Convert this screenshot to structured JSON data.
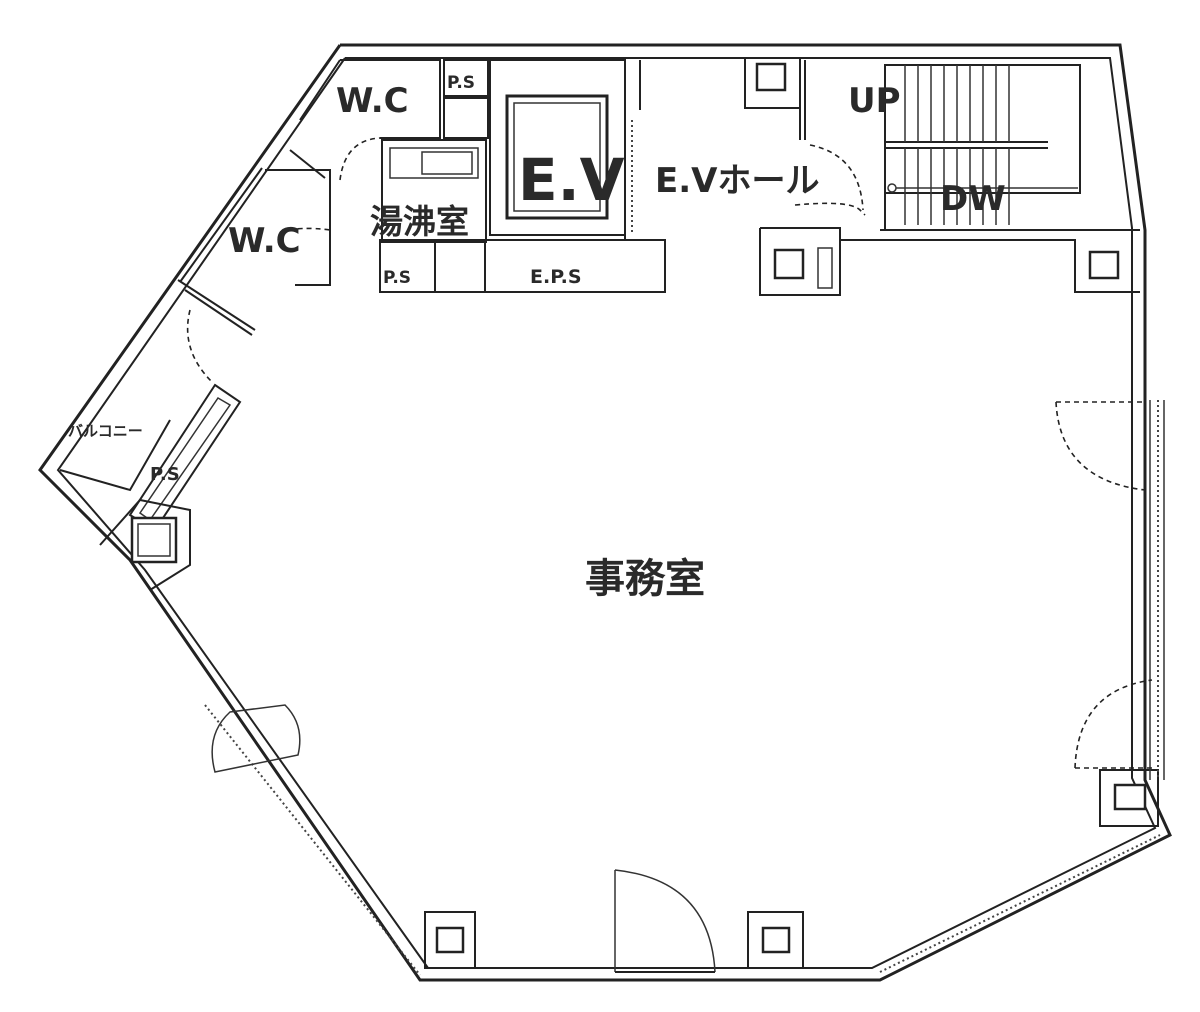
{
  "rooms": {
    "wc_top": "W.C",
    "wc_left": "W.C",
    "ps_top": "P.S",
    "ps_bottom": "P.S",
    "eps": "E.P.S",
    "ev": "E.V",
    "ev_hall": "E.Vホール",
    "kitchen": "湯沸室",
    "up": "UP",
    "dw": "DW",
    "balcony": "バルコニー",
    "ps_balcony": "P.S",
    "office": "事務室"
  }
}
